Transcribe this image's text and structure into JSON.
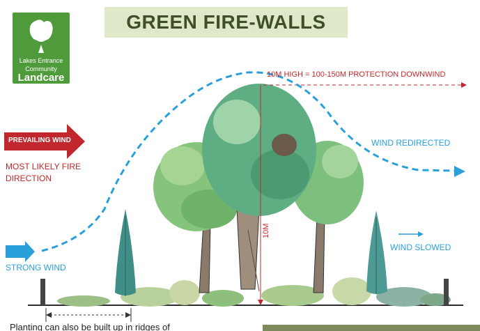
{
  "title": "GREEN FIRE-WALLS",
  "logo": {
    "line1": "Lakes Entrance",
    "line2": "Community",
    "line3": "Landcare"
  },
  "labels": {
    "protection": "10M HIGH = 100-150M PROTECTION DOWNWIND",
    "prevailing_wind": "PREVAILING WIND",
    "fire_direction_line1": "MOST LIKELY FIRE",
    "fire_direction_line2": "DIRECTION",
    "wind_redirected": "WIND REDIRECTED",
    "wind_slowed": "WIND SLOWED",
    "strong_wind": "STRONG WIND",
    "height_marker": "10M"
  },
  "body_text_fragment": "Planting can also be built up in ridges of",
  "colors": {
    "title_banner": "#dfe8c8",
    "title_text": "#3e4f2a",
    "logo_green": "#4f9a3a",
    "red_accent": "#c0282d",
    "wind_blue": "#2aa0db"
  }
}
